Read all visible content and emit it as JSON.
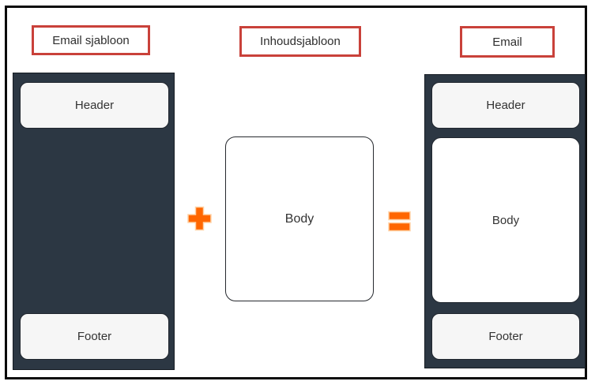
{
  "diagram": {
    "left": {
      "label": "Email sjabloon",
      "header": "Header",
      "footer": "Footer"
    },
    "middle": {
      "label": "Inhoudsjabloon",
      "body": "Body"
    },
    "right": {
      "label": "Email",
      "header": "Header",
      "body": "Body",
      "footer": "Footer"
    },
    "operators": {
      "plus": "plus-icon",
      "equals": "equals-icon"
    }
  },
  "colors": {
    "accent_orange": "#ff6600",
    "accent_orange_outline": "#ffd2a6",
    "label_border_red": "#c9413a",
    "panel_dark": "#2c3743",
    "slot_light": "#f6f6f6",
    "text_dark": "#333333",
    "outer_border": "#0a0a0a"
  }
}
